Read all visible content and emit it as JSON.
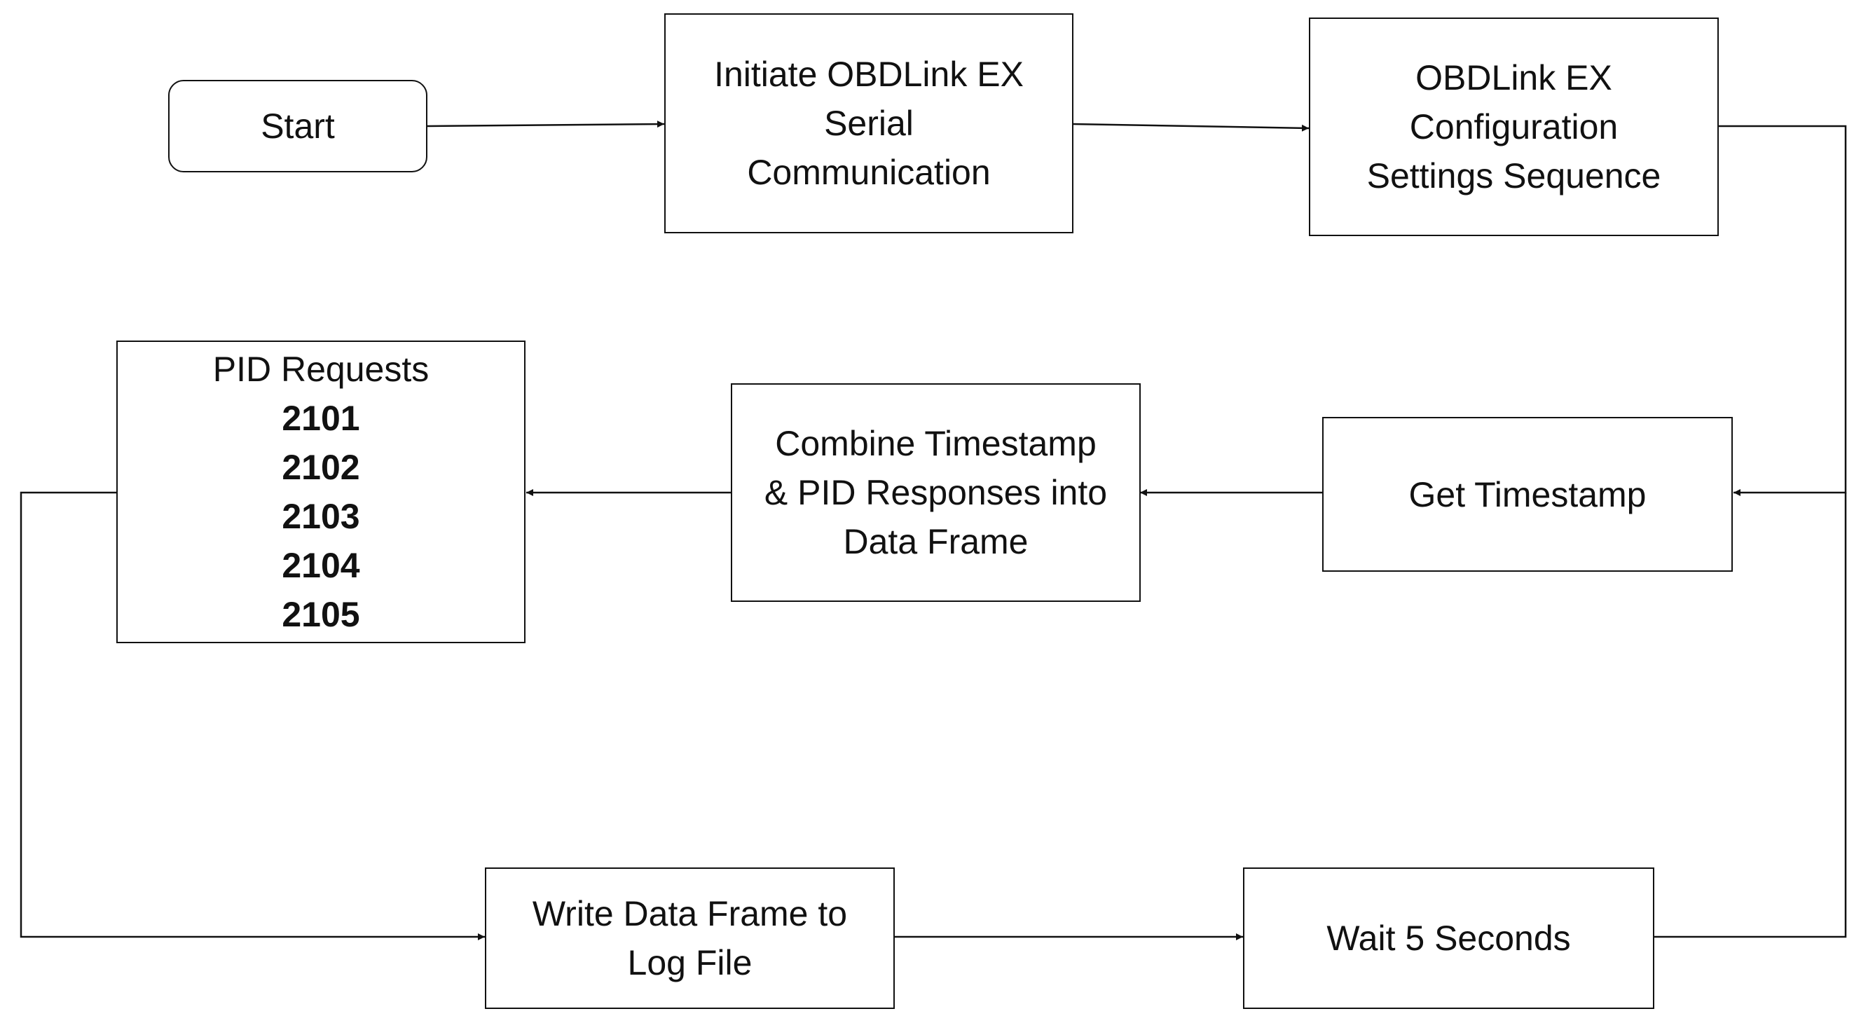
{
  "diagram": {
    "start": {
      "label": "Start"
    },
    "init_serial": {
      "lines": [
        "Initiate OBDLink EX",
        "Serial",
        "Communication"
      ]
    },
    "config": {
      "lines": [
        "OBDLink EX",
        "Configuration",
        "Settings Sequence"
      ]
    },
    "get_timestamp": {
      "label": "Get Timestamp"
    },
    "combine": {
      "lines": [
        "Combine Timestamp",
        "& PID Responses into",
        "Data Frame"
      ]
    },
    "pid_requests": {
      "title": "PID Requests",
      "codes": [
        "2101",
        "2102",
        "2103",
        "2104",
        "2105"
      ]
    },
    "write_log": {
      "lines": [
        "Write Data Frame to",
        "Log File"
      ]
    },
    "wait": {
      "label": "Wait 5 Seconds"
    }
  }
}
